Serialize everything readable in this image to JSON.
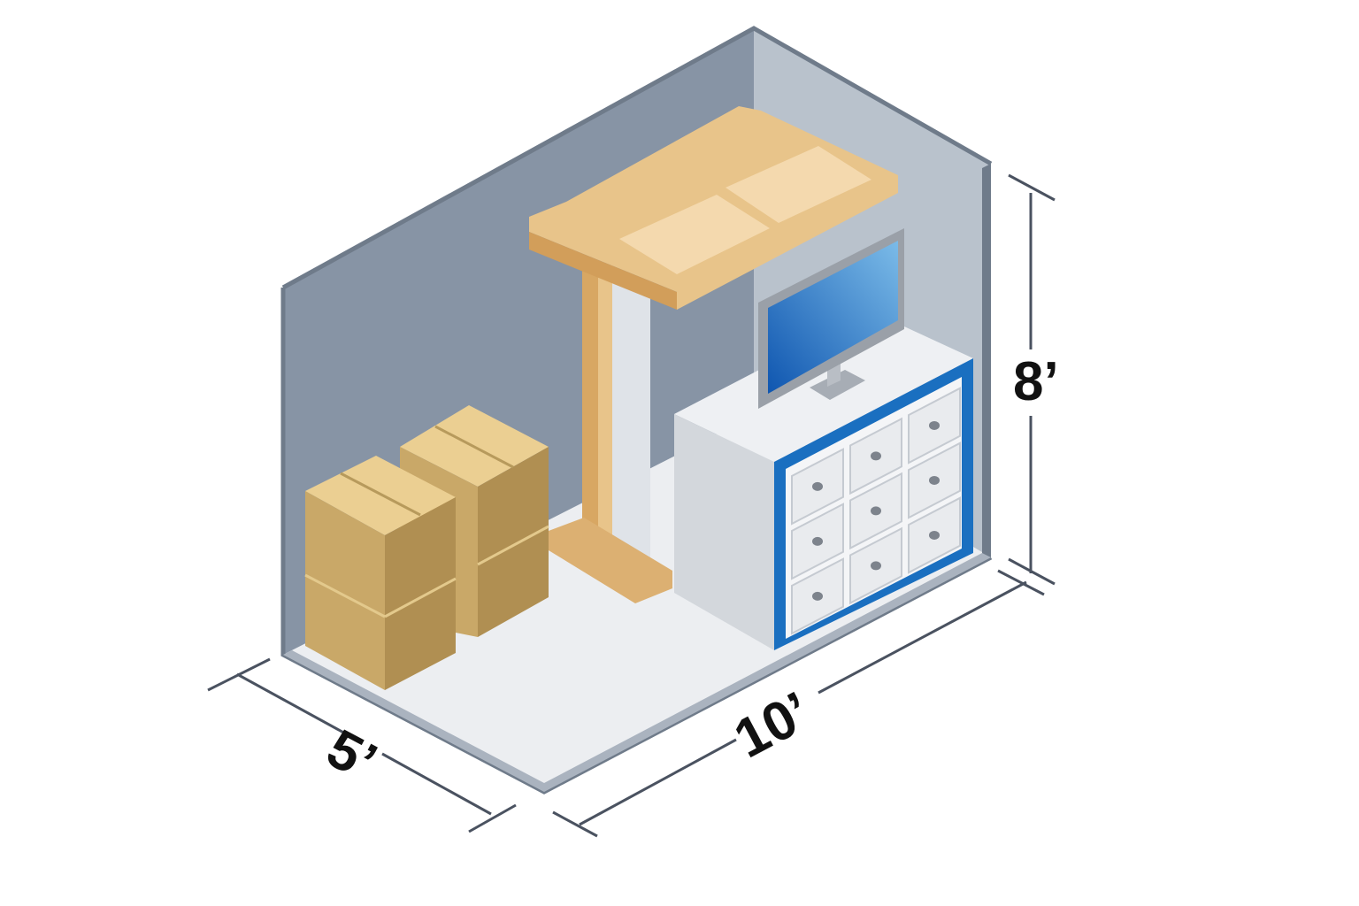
{
  "dimensions": {
    "width_label": "5’",
    "length_label": "10’",
    "height_label": "8’"
  },
  "colors": {
    "left_wall": "#8593a3",
    "back_wall": "#b7c0ca",
    "floor": "#eceef1",
    "wood": "#e8c48a",
    "box": "#c9a868",
    "dresser_trim": "#1a6fc0",
    "screen": "#2b7fd0"
  }
}
